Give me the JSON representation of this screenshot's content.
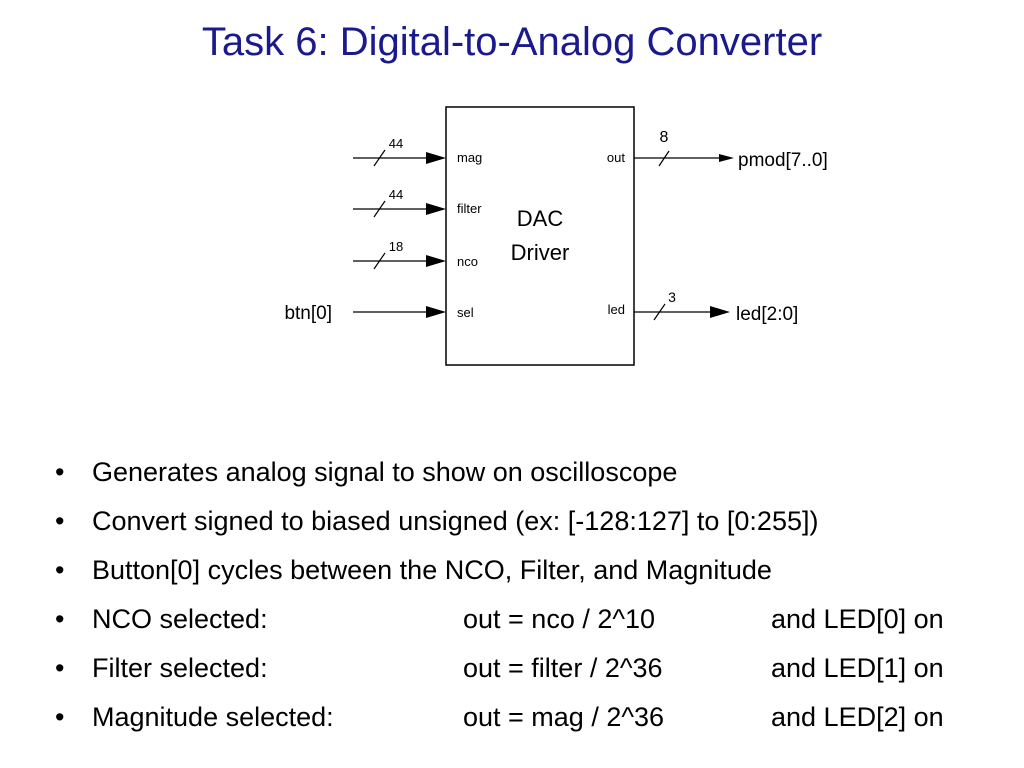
{
  "title": "Task 6: Digital-to-Analog Converter",
  "diagram": {
    "block": {
      "line1": "DAC",
      "line2": "Driver"
    },
    "inputs": [
      {
        "port": "mag",
        "width": "44"
      },
      {
        "port": "filter",
        "width": "44"
      },
      {
        "port": "nco",
        "width": "18"
      },
      {
        "port": "sel",
        "source": "btn[0]"
      }
    ],
    "outputs": [
      {
        "port": "out",
        "width": "8",
        "dest": "pmod[7..0]"
      },
      {
        "port": "led",
        "width": "3",
        "dest": "led[2:0]"
      }
    ]
  },
  "bullets": [
    {
      "marker": "•",
      "text": "Generates analog signal to show on oscilloscope"
    },
    {
      "marker": "•",
      "text": "Convert signed to biased unsigned (ex: [-128:127] to [0:255])"
    },
    {
      "marker": "•",
      "text": "Button[0] cycles between the NCO, Filter, and Magnitude"
    },
    {
      "marker": "•",
      "label": "NCO selected:",
      "formula": "out = nco / 2^10",
      "led": "and LED[0] on"
    },
    {
      "marker": "•",
      "label": "Filter selected:",
      "formula": "out = filter / 2^36",
      "led": "and LED[1] on"
    },
    {
      "marker": "•",
      "label": "Magnitude selected:",
      "formula": "out = mag / 2^36",
      "led": "and LED[2] on"
    }
  ]
}
